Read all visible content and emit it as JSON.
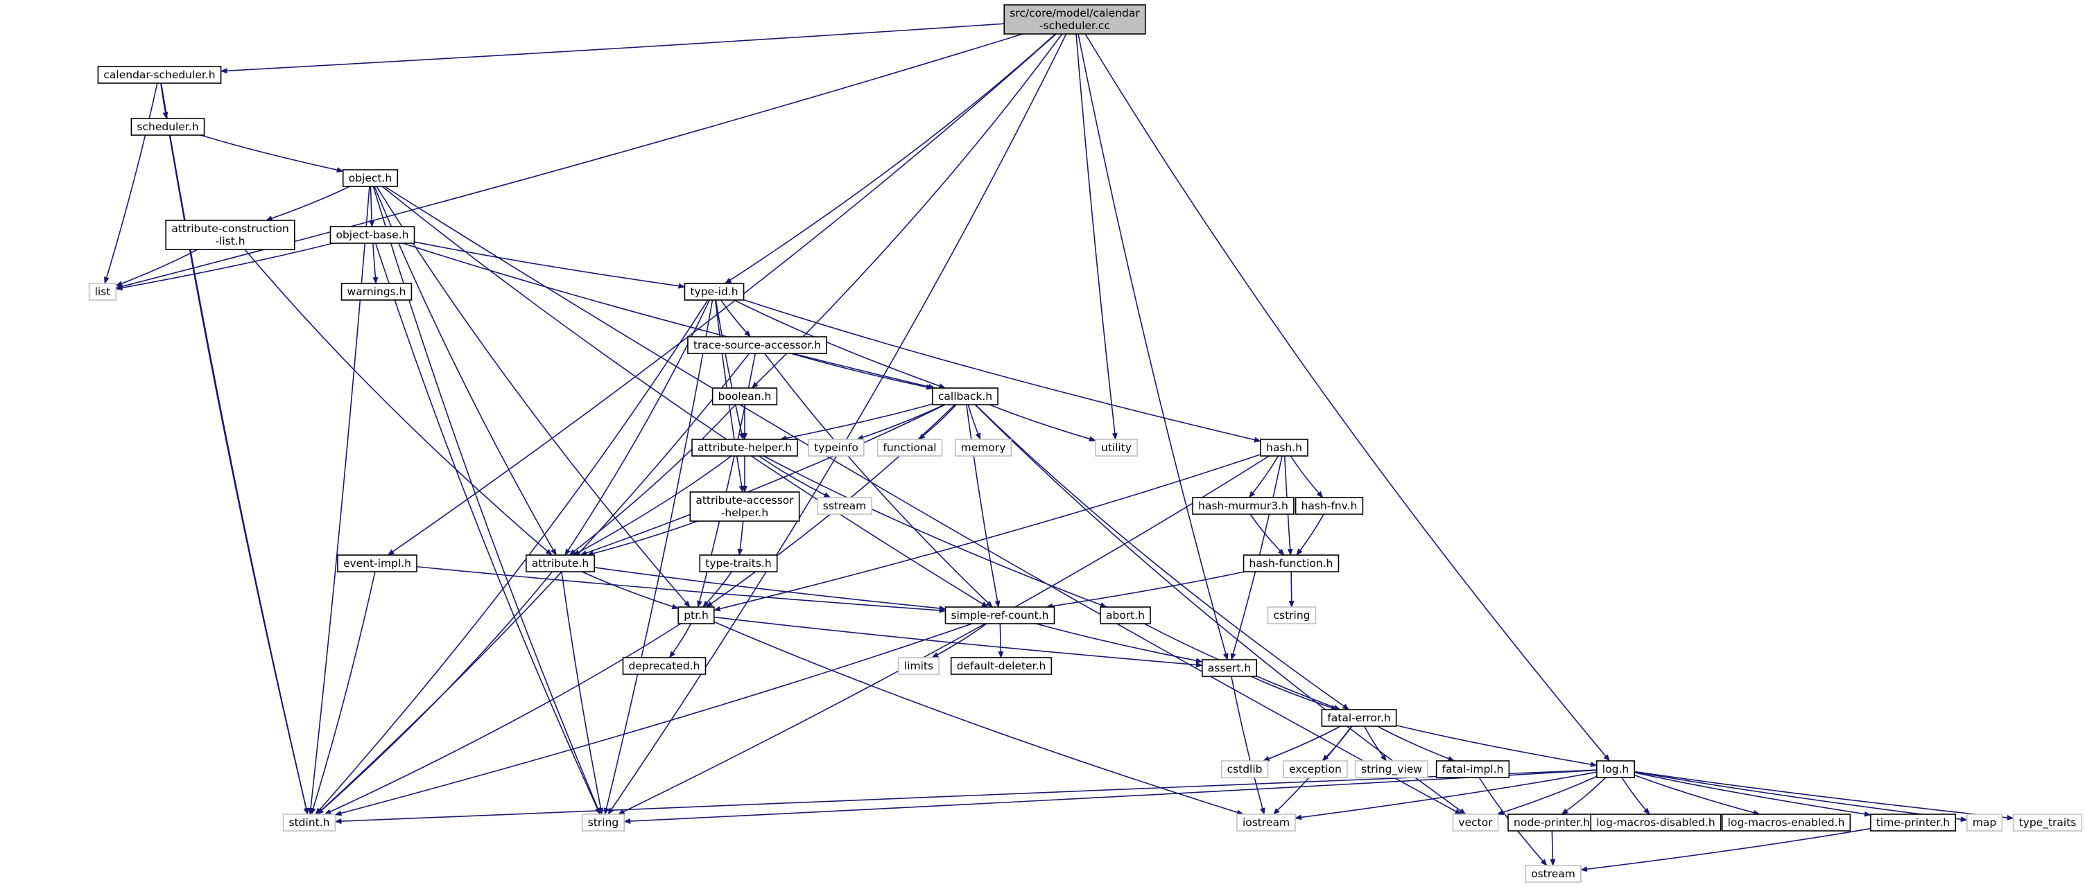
{
  "graph": {
    "title": "src/core/model/calendar-scheduler.cc include dependency graph",
    "colors": {
      "edge": "#191970",
      "root_fill": "#bfbfbf",
      "node_border": "#000000",
      "external_border": "#bfbfbf"
    },
    "nodes": [
      {
        "id": "root",
        "kind": "root",
        "lines": [
          "src/core/model/calendar",
          "-scheduler.cc"
        ]
      },
      {
        "id": "calendar-scheduler.h",
        "kind": "internal",
        "lines": [
          "calendar-scheduler.h"
        ]
      },
      {
        "id": "scheduler.h",
        "kind": "internal",
        "lines": [
          "scheduler.h"
        ]
      },
      {
        "id": "object.h",
        "kind": "internal",
        "lines": [
          "object.h"
        ]
      },
      {
        "id": "attribute-construction-list.h",
        "kind": "internal",
        "lines": [
          "attribute-construction",
          "-list.h"
        ]
      },
      {
        "id": "object-base.h",
        "kind": "internal",
        "lines": [
          "object-base.h"
        ]
      },
      {
        "id": "list",
        "kind": "external",
        "lines": [
          "list"
        ]
      },
      {
        "id": "warnings.h",
        "kind": "internal",
        "lines": [
          "warnings.h"
        ]
      },
      {
        "id": "type-id.h",
        "kind": "internal",
        "lines": [
          "type-id.h"
        ]
      },
      {
        "id": "trace-source-accessor.h",
        "kind": "internal",
        "lines": [
          "trace-source-accessor.h"
        ]
      },
      {
        "id": "boolean.h",
        "kind": "internal",
        "lines": [
          "boolean.h"
        ]
      },
      {
        "id": "callback.h",
        "kind": "internal",
        "lines": [
          "callback.h"
        ]
      },
      {
        "id": "attribute-helper.h",
        "kind": "internal",
        "lines": [
          "attribute-helper.h"
        ]
      },
      {
        "id": "typeinfo",
        "kind": "external",
        "lines": [
          "typeinfo"
        ]
      },
      {
        "id": "functional",
        "kind": "external",
        "lines": [
          "functional"
        ]
      },
      {
        "id": "memory",
        "kind": "external",
        "lines": [
          "memory"
        ]
      },
      {
        "id": "utility",
        "kind": "external",
        "lines": [
          "utility"
        ]
      },
      {
        "id": "hash.h",
        "kind": "internal",
        "lines": [
          "hash.h"
        ]
      },
      {
        "id": "attribute-accessor-helper.h",
        "kind": "internal",
        "lines": [
          "attribute-accessor",
          "-helper.h"
        ]
      },
      {
        "id": "sstream",
        "kind": "external",
        "lines": [
          "sstream"
        ]
      },
      {
        "id": "hash-murmur3.h",
        "kind": "internal",
        "lines": [
          "hash-murmur3.h"
        ]
      },
      {
        "id": "hash-fnv.h",
        "kind": "internal",
        "lines": [
          "hash-fnv.h"
        ]
      },
      {
        "id": "event-impl.h",
        "kind": "internal",
        "lines": [
          "event-impl.h"
        ]
      },
      {
        "id": "attribute.h",
        "kind": "internal",
        "lines": [
          "attribute.h"
        ]
      },
      {
        "id": "type-traits.h",
        "kind": "internal",
        "lines": [
          "type-traits.h"
        ]
      },
      {
        "id": "hash-function.h",
        "kind": "internal",
        "lines": [
          "hash-function.h"
        ]
      },
      {
        "id": "ptr.h",
        "kind": "internal",
        "lines": [
          "ptr.h"
        ]
      },
      {
        "id": "simple-ref-count.h",
        "kind": "internal",
        "lines": [
          "simple-ref-count.h"
        ]
      },
      {
        "id": "abort.h",
        "kind": "internal",
        "lines": [
          "abort.h"
        ]
      },
      {
        "id": "cstring",
        "kind": "external",
        "lines": [
          "cstring"
        ]
      },
      {
        "id": "deprecated.h",
        "kind": "internal",
        "lines": [
          "deprecated.h"
        ]
      },
      {
        "id": "limits",
        "kind": "external",
        "lines": [
          "limits"
        ]
      },
      {
        "id": "default-deleter.h",
        "kind": "internal",
        "lines": [
          "default-deleter.h"
        ]
      },
      {
        "id": "assert.h",
        "kind": "internal",
        "lines": [
          "assert.h"
        ]
      },
      {
        "id": "fatal-error.h",
        "kind": "internal",
        "lines": [
          "fatal-error.h"
        ]
      },
      {
        "id": "cstdlib",
        "kind": "external",
        "lines": [
          "cstdlib"
        ]
      },
      {
        "id": "exception",
        "kind": "external",
        "lines": [
          "exception"
        ]
      },
      {
        "id": "string_view",
        "kind": "external",
        "lines": [
          "string_view"
        ]
      },
      {
        "id": "fatal-impl.h",
        "kind": "internal",
        "lines": [
          "fatal-impl.h"
        ]
      },
      {
        "id": "log.h",
        "kind": "internal",
        "lines": [
          "log.h"
        ]
      },
      {
        "id": "stdint.h",
        "kind": "external",
        "lines": [
          "stdint.h"
        ]
      },
      {
        "id": "string",
        "kind": "external",
        "lines": [
          "string"
        ]
      },
      {
        "id": "iostream",
        "kind": "external",
        "lines": [
          "iostream"
        ]
      },
      {
        "id": "vector",
        "kind": "external",
        "lines": [
          "vector"
        ]
      },
      {
        "id": "node-printer.h",
        "kind": "internal",
        "lines": [
          "node-printer.h"
        ]
      },
      {
        "id": "log-macros-disabled.h",
        "kind": "internal",
        "lines": [
          "log-macros-disabled.h"
        ]
      },
      {
        "id": "log-macros-enabled.h",
        "kind": "internal",
        "lines": [
          "log-macros-enabled.h"
        ]
      },
      {
        "id": "time-printer.h",
        "kind": "internal",
        "lines": [
          "time-printer.h"
        ]
      },
      {
        "id": "map",
        "kind": "external",
        "lines": [
          "map"
        ]
      },
      {
        "id": "type_traits",
        "kind": "external",
        "lines": [
          "type_traits"
        ]
      },
      {
        "id": "ostream",
        "kind": "external",
        "lines": [
          "ostream"
        ]
      }
    ],
    "edges": [
      [
        "root",
        "calendar-scheduler.h"
      ],
      [
        "root",
        "list"
      ],
      [
        "root",
        "type-id.h"
      ],
      [
        "root",
        "event-impl.h"
      ],
      [
        "root",
        "boolean.h"
      ],
      [
        "root",
        "utility"
      ],
      [
        "root",
        "string"
      ],
      [
        "root",
        "assert.h"
      ],
      [
        "root",
        "log.h"
      ],
      [
        "calendar-scheduler.h",
        "scheduler.h"
      ],
      [
        "calendar-scheduler.h",
        "list"
      ],
      [
        "calendar-scheduler.h",
        "stdint.h"
      ],
      [
        "scheduler.h",
        "object.h"
      ],
      [
        "scheduler.h",
        "stdint.h"
      ],
      [
        "object.h",
        "attribute-construction-list.h"
      ],
      [
        "object.h",
        "object-base.h"
      ],
      [
        "object.h",
        "attribute.h"
      ],
      [
        "object.h",
        "ptr.h"
      ],
      [
        "object.h",
        "simple-ref-count.h"
      ],
      [
        "object.h",
        "vector"
      ],
      [
        "object.h",
        "stdint.h"
      ],
      [
        "object.h",
        "string"
      ],
      [
        "attribute-construction-list.h",
        "list"
      ],
      [
        "attribute-construction-list.h",
        "attribute.h"
      ],
      [
        "object-base.h",
        "list"
      ],
      [
        "object-base.h",
        "warnings.h"
      ],
      [
        "object-base.h",
        "type-id.h"
      ],
      [
        "object-base.h",
        "callback.h"
      ],
      [
        "object-base.h",
        "string"
      ],
      [
        "type-id.h",
        "trace-source-accessor.h"
      ],
      [
        "type-id.h",
        "callback.h"
      ],
      [
        "type-id.h",
        "attribute-helper.h"
      ],
      [
        "type-id.h",
        "attribute-accessor-helper.h"
      ],
      [
        "type-id.h",
        "attribute.h"
      ],
      [
        "type-id.h",
        "hash.h"
      ],
      [
        "type-id.h",
        "stdint.h"
      ],
      [
        "type-id.h",
        "string"
      ],
      [
        "trace-source-accessor.h",
        "callback.h"
      ],
      [
        "trace-source-accessor.h",
        "ptr.h"
      ],
      [
        "trace-source-accessor.h",
        "simple-ref-count.h"
      ],
      [
        "trace-source-accessor.h",
        "stdint.h"
      ],
      [
        "boolean.h",
        "attribute-helper.h"
      ],
      [
        "boolean.h",
        "attribute.h"
      ],
      [
        "callback.h",
        "attribute-helper.h"
      ],
      [
        "callback.h",
        "typeinfo"
      ],
      [
        "callback.h",
        "functional"
      ],
      [
        "callback.h",
        "memory"
      ],
      [
        "callback.h",
        "utility"
      ],
      [
        "callback.h",
        "attribute.h"
      ],
      [
        "callback.h",
        "ptr.h"
      ],
      [
        "callback.h",
        "simple-ref-count.h"
      ],
      [
        "callback.h",
        "fatal-error.h"
      ],
      [
        "callback.h",
        "vector"
      ],
      [
        "attribute-helper.h",
        "attribute-accessor-helper.h"
      ],
      [
        "attribute-helper.h",
        "sstream"
      ],
      [
        "attribute-helper.h",
        "attribute.h"
      ],
      [
        "attribute-helper.h",
        "abort.h"
      ],
      [
        "attribute-accessor-helper.h",
        "type-traits.h"
      ],
      [
        "attribute-accessor-helper.h",
        "attribute.h"
      ],
      [
        "type-traits.h",
        "ptr.h"
      ],
      [
        "hash.h",
        "hash-murmur3.h"
      ],
      [
        "hash.h",
        "hash-fnv.h"
      ],
      [
        "hash.h",
        "hash-function.h"
      ],
      [
        "hash.h",
        "ptr.h"
      ],
      [
        "hash.h",
        "assert.h"
      ],
      [
        "hash.h",
        "string"
      ],
      [
        "hash-murmur3.h",
        "hash-function.h"
      ],
      [
        "hash-fnv.h",
        "hash-function.h"
      ],
      [
        "hash-function.h",
        "cstring"
      ],
      [
        "hash-function.h",
        "simple-ref-count.h"
      ],
      [
        "event-impl.h",
        "simple-ref-count.h"
      ],
      [
        "event-impl.h",
        "stdint.h"
      ],
      [
        "attribute.h",
        "ptr.h"
      ],
      [
        "attribute.h",
        "simple-ref-count.h"
      ],
      [
        "attribute.h",
        "string"
      ],
      [
        "attribute.h",
        "stdint.h"
      ],
      [
        "ptr.h",
        "deprecated.h"
      ],
      [
        "ptr.h",
        "assert.h"
      ],
      [
        "ptr.h",
        "iostream"
      ],
      [
        "ptr.h",
        "stdint.h"
      ],
      [
        "simple-ref-count.h",
        "limits"
      ],
      [
        "simple-ref-count.h",
        "default-deleter.h"
      ],
      [
        "simple-ref-count.h",
        "assert.h"
      ],
      [
        "simple-ref-count.h",
        "stdint.h"
      ],
      [
        "abort.h",
        "fatal-error.h"
      ],
      [
        "assert.h",
        "fatal-error.h"
      ],
      [
        "assert.h",
        "iostream"
      ],
      [
        "fatal-error.h",
        "cstdlib"
      ],
      [
        "fatal-error.h",
        "exception"
      ],
      [
        "fatal-error.h",
        "string_view"
      ],
      [
        "fatal-error.h",
        "fatal-impl.h"
      ],
      [
        "fatal-error.h",
        "log.h"
      ],
      [
        "fatal-error.h",
        "iostream"
      ],
      [
        "fatal-impl.h",
        "ostream"
      ],
      [
        "log.h",
        "stdint.h"
      ],
      [
        "log.h",
        "string"
      ],
      [
        "log.h",
        "iostream"
      ],
      [
        "log.h",
        "vector"
      ],
      [
        "log.h",
        "node-printer.h"
      ],
      [
        "log.h",
        "log-macros-disabled.h"
      ],
      [
        "log.h",
        "log-macros-enabled.h"
      ],
      [
        "log.h",
        "time-printer.h"
      ],
      [
        "log.h",
        "map"
      ],
      [
        "log.h",
        "type_traits"
      ],
      [
        "node-printer.h",
        "ostream"
      ],
      [
        "time-printer.h",
        "ostream"
      ]
    ]
  }
}
